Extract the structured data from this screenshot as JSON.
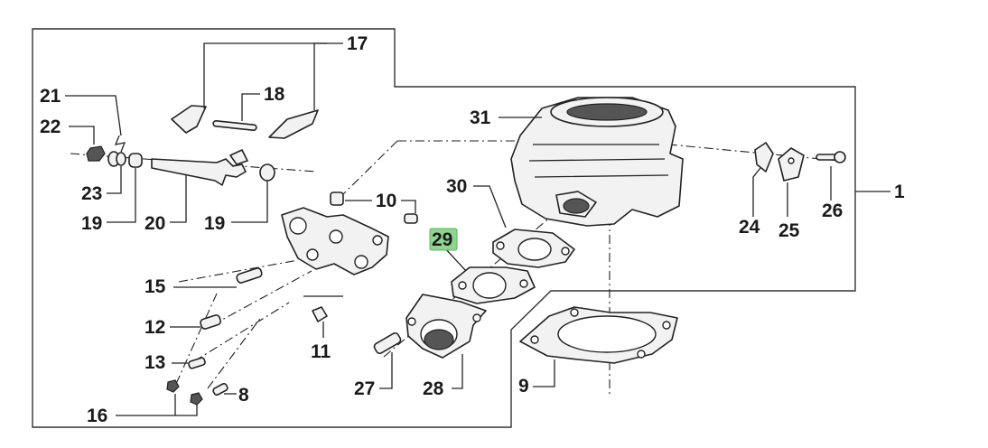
{
  "highlight_color": "#8fd48f",
  "callouts": {
    "c1": "1",
    "c8": "8",
    "c9": "9",
    "c10": "10",
    "c11": "11",
    "c12": "12",
    "c13": "13",
    "c15": "15",
    "c16": "16",
    "c17": "17",
    "c18": "18",
    "c19a": "19",
    "c19b": "19",
    "c20": "20",
    "c21": "21",
    "c22": "22",
    "c23": "23",
    "c24": "24",
    "c25": "25",
    "c26": "26",
    "c27": "27",
    "c28": "28",
    "c29": "29",
    "c30": "30",
    "c31": "31"
  }
}
